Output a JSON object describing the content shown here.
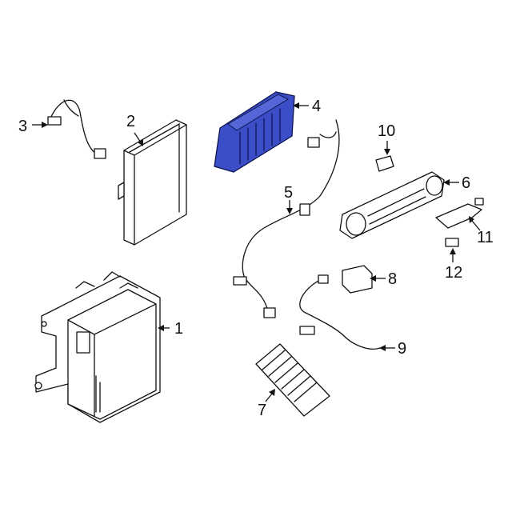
{
  "diagram": {
    "highlight_color": "#3b4ec8",
    "callouts": [
      {
        "id": "1",
        "label": "1"
      },
      {
        "id": "2",
        "label": "2"
      },
      {
        "id": "3",
        "label": "3"
      },
      {
        "id": "4",
        "label": "4",
        "highlighted": true
      },
      {
        "id": "5",
        "label": "5"
      },
      {
        "id": "6",
        "label": "6"
      },
      {
        "id": "7",
        "label": "7"
      },
      {
        "id": "8",
        "label": "8"
      },
      {
        "id": "9",
        "label": "9"
      },
      {
        "id": "10",
        "label": "10"
      },
      {
        "id": "11",
        "label": "11"
      },
      {
        "id": "12",
        "label": "12"
      }
    ]
  }
}
